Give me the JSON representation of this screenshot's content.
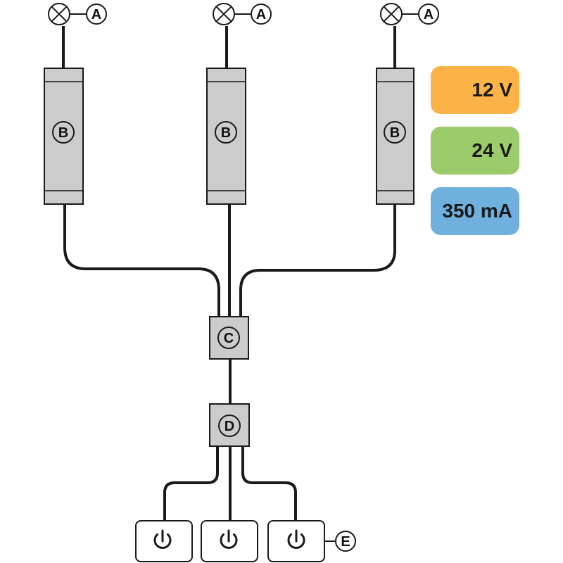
{
  "lamps": [
    {
      "label": "A"
    },
    {
      "label": "A"
    },
    {
      "label": "A"
    }
  ],
  "drivers": [
    {
      "label": "B"
    },
    {
      "label": "B"
    },
    {
      "label": "B"
    }
  ],
  "junction": {
    "label": "C"
  },
  "switch_unit": {
    "label": "D"
  },
  "switches_label": "E",
  "ratings": [
    {
      "text": "12 V",
      "color": "#fbb347"
    },
    {
      "text": "24 V",
      "color": "#9ccb6b"
    },
    {
      "text": "350 mA",
      "color": "#6fb0de"
    }
  ],
  "colors": {
    "wire": "#1a1a1a",
    "device_fill": "#cccccc",
    "device_stroke": "#1a1a1a"
  }
}
